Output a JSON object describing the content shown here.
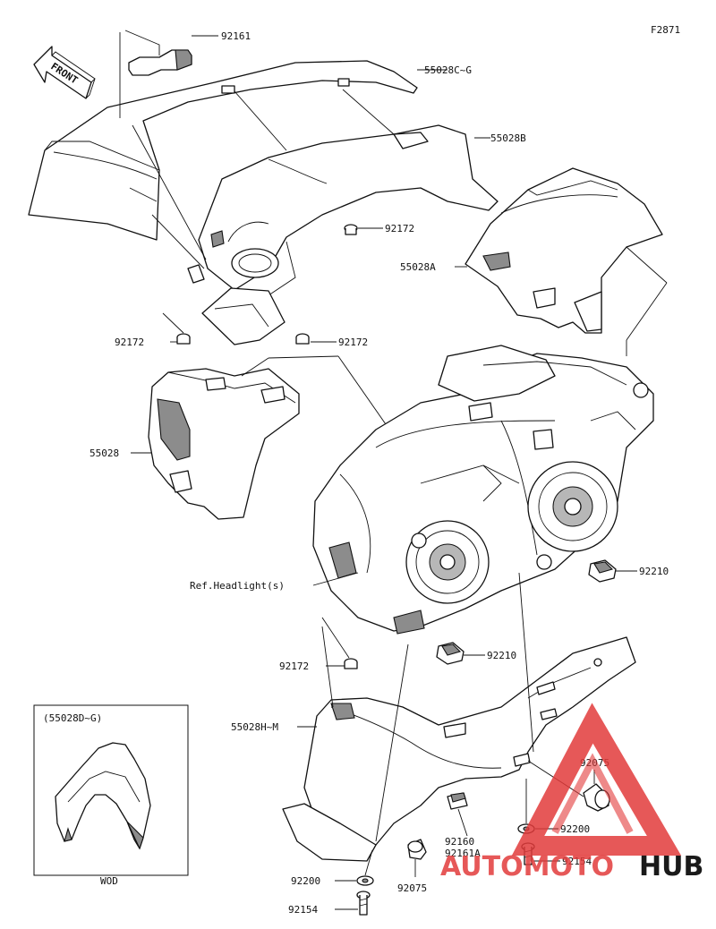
{
  "figure_code": "F2871",
  "front_label": "FRONT",
  "labels": {
    "p92161": "92161",
    "p55028CG": "55028C~G",
    "p55028B": "55028B",
    "p92172_a": "92172",
    "p55028A": "55028A",
    "p92172_b": "92172",
    "p92172_c": "92172",
    "p55028": "55028",
    "ref_headlight": "Ref.Headlight(s)",
    "p92210_a": "92210",
    "p92172_d": "92172",
    "p92210_b": "92210",
    "p55028HM": "55028H~M",
    "p92075_a": "92075",
    "p92200_a": "92200",
    "p92160": "92160",
    "p92161A": "92161A",
    "p92154_a": "92154",
    "p92200_b": "92200",
    "p92075_b": "92075",
    "p92154_b": "92154"
  },
  "inset": {
    "title": "(55028D~G)",
    "caption": "WOD"
  },
  "watermark": {
    "part1": "AUTOMOTO",
    "part2": "HUB",
    "color": "#e23b3b"
  }
}
